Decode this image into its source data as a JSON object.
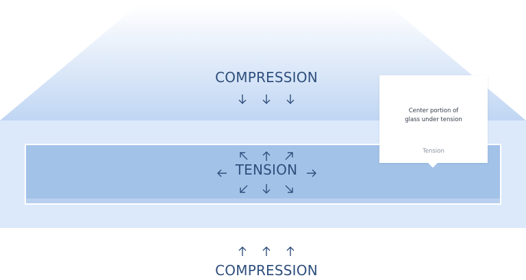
{
  "labels": {
    "compression_top": "COMPRESSION",
    "compression_bottom": "COMPRESSION",
    "tension": "TENSION"
  },
  "callout": {
    "text": "Center portion of\nglass under tension",
    "caption": "Tension"
  },
  "colors": {
    "text": "#2e4e7c",
    "glass_outer": "#dce9fb",
    "tension_core": "#a3c2e8",
    "core_border": "#ffffff"
  },
  "icons": {
    "compression_top_arrows": [
      "arrow-down-icon",
      "arrow-down-icon",
      "arrow-down-icon"
    ],
    "compression_bottom_arrows": [
      "arrow-up-icon",
      "arrow-up-icon",
      "arrow-up-icon"
    ],
    "tension_arrows": [
      "arrow-up-left-icon",
      "arrow-up-icon",
      "arrow-up-right-icon",
      "arrow-left-icon",
      "arrow-right-icon",
      "arrow-down-left-icon",
      "arrow-down-icon",
      "arrow-down-right-icon"
    ]
  }
}
